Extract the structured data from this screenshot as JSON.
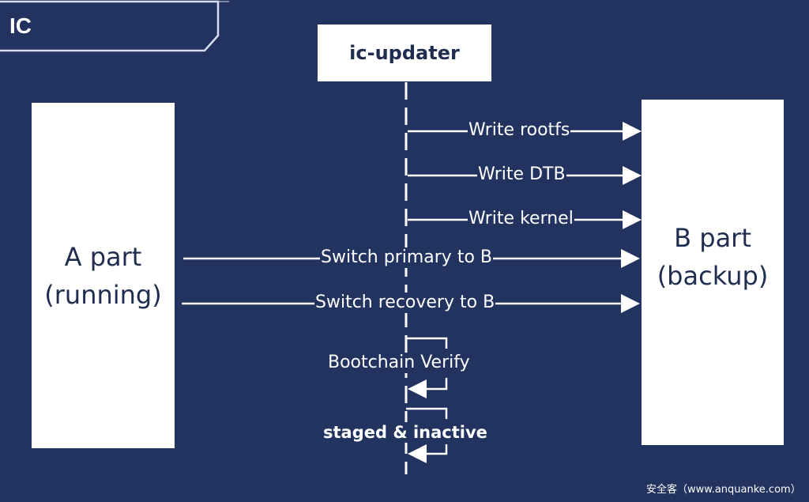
{
  "frame": {
    "title": "IC"
  },
  "actors": {
    "updater": "ic-updater",
    "a_part": {
      "line1": "A part",
      "line2": "(running)"
    },
    "b_part": {
      "line1": "B part",
      "line2": "(backup)"
    }
  },
  "messages": [
    {
      "label": "Write rootfs",
      "from": "ic-updater",
      "to": "B part"
    },
    {
      "label": "Write DTB",
      "from": "ic-updater",
      "to": "B part"
    },
    {
      "label": "Write kernel",
      "from": "ic-updater",
      "to": "B part"
    },
    {
      "label": "Switch primary to B",
      "from": "A part",
      "to": "B part"
    },
    {
      "label": "Switch recovery to B",
      "from": "A part",
      "to": "B part"
    }
  ],
  "self_calls": [
    {
      "label": "Bootchain Verify",
      "bold": false
    },
    {
      "label": "staged & inactive",
      "bold": true
    }
  ],
  "colors": {
    "background": "#22335f",
    "box": "#ffffff",
    "line": "#ffffff"
  },
  "watermark": "安全客（www.anquanke.com）"
}
